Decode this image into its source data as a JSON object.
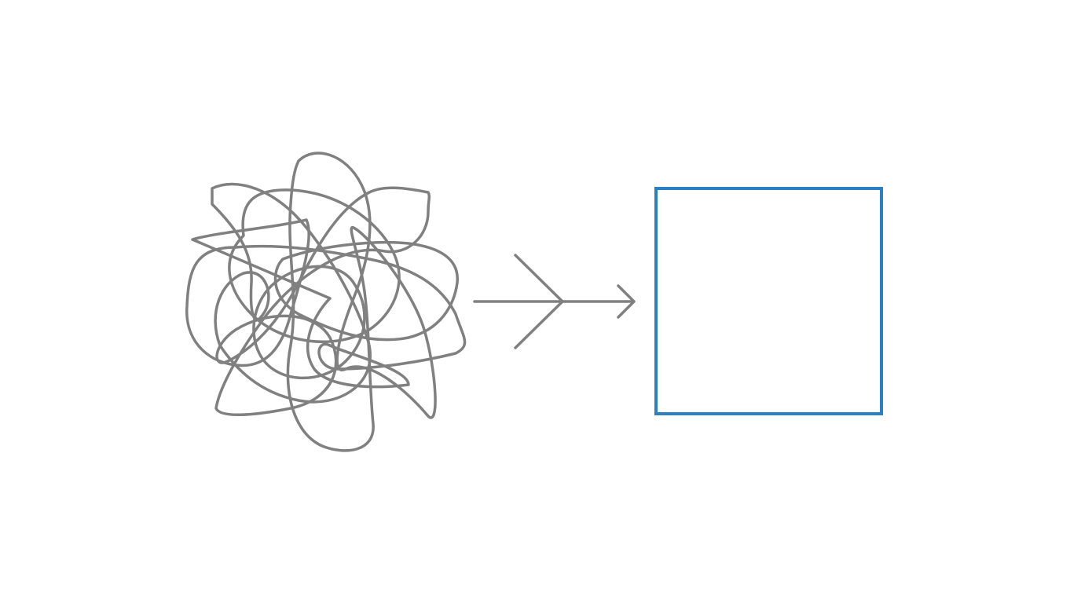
{
  "diagram": {
    "elements": [
      {
        "name": "tangled-scribble",
        "icon": "scribble-icon"
      },
      {
        "name": "arrow",
        "icon": "arrow-right-icon"
      },
      {
        "name": "square",
        "icon": "square-icon"
      }
    ],
    "colors": {
      "scribble": "#808080",
      "arrow": "#808080",
      "square": "#2a80c3",
      "background": "#ffffff"
    }
  }
}
